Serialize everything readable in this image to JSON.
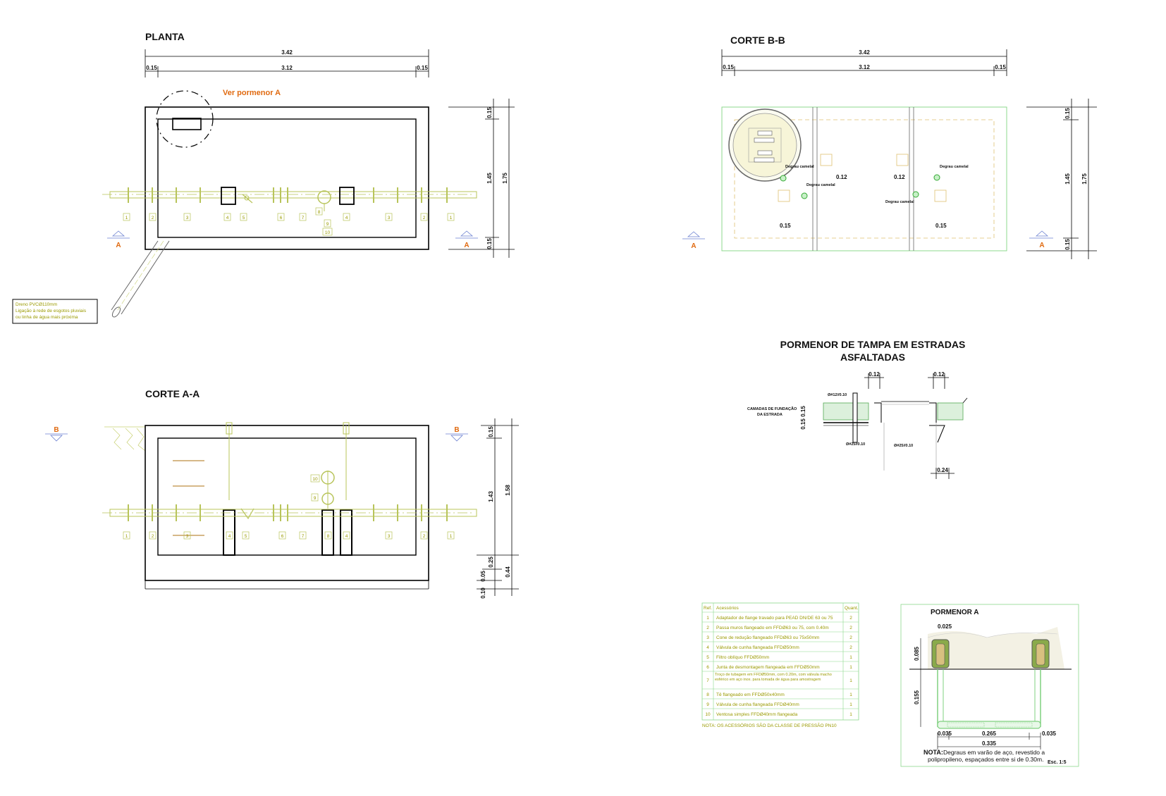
{
  "titles": {
    "planta": "PLANTA",
    "corte_bb": "CORTE B-B",
    "corte_aa": "CORTE A-A",
    "pormenor_tampa_1": "PORMENOR DE TAMPA EM ESTRADAS",
    "pormenor_tampa_2": "ASFALTADAS",
    "pormenor_a": "PORMENOR A"
  },
  "planta": {
    "dim_total": "3.42",
    "dim_inner": "3.12",
    "dim_wall_left": "0.15",
    "dim_wall_right": "0.15",
    "dim_right_top": "0.15",
    "dim_right_mid": "1.45",
    "dim_right_total": "1.75",
    "dim_right_bottom": "0.15",
    "ver_pormenor": "Ver pormenor A",
    "section_left": "A",
    "section_right": "A",
    "item_labels": [
      "1",
      "2",
      "3",
      "4",
      "5",
      "6",
      "7",
      "4",
      "3",
      "2",
      "1"
    ],
    "extra_labels": [
      "8",
      "9",
      "10"
    ],
    "dreno_lines": [
      "Dreno PVCØ110mm",
      "Ligação à rede de esgotos pluviais",
      "ou linha de água mais próxima"
    ]
  },
  "corte_bb": {
    "dim_total": "3.42",
    "dim_inner": "3.12",
    "dim_wall_left": "0.15",
    "dim_wall_right": "0.15",
    "dim_right_top": "0.15",
    "dim_right_mid": "1.45",
    "dim_right_total": "1.75",
    "dim_right_bottom": "0.15",
    "degrau_label": "Degrau camelal",
    "dim_012": "0.12",
    "dim_015": "0.15",
    "section_left": "A",
    "section_right": "A"
  },
  "corte_aa": {
    "section_left": "B",
    "section_right": "B",
    "dim_top": "0.15",
    "dim_mid": "1.43",
    "dim_total": "1.58",
    "dim_base": "0.25",
    "dim_base_total": "0.44",
    "dim_small1": "0.05",
    "dim_small2": "0.10",
    "item_labels": [
      "1",
      "2",
      "3",
      "4",
      "5",
      "6",
      "7",
      "8",
      "4",
      "3",
      "2",
      "1"
    ],
    "extra_labels": [
      "10",
      "9"
    ]
  },
  "pormenor_tampa": {
    "dim_012_left": "0.12",
    "dim_012_right": "0.12",
    "bar_top": "Ø#12//0.10",
    "bar_mid": "Ø#25//0.10",
    "bar_right": "Ø#25//0.10",
    "camadas_1": "CAMADAS DE FUNDAÇÃO",
    "camadas_2": "DA ESTRADA",
    "dim_015": "0.15",
    "dim_015b": "0.15",
    "dim_024": "0.24"
  },
  "table": {
    "headers": [
      "Ref.",
      "Acessórios",
      "Quant."
    ],
    "rows": [
      [
        "1",
        "Adaptador de flange travado para PEAD DN/DE 63 ou 75",
        "2"
      ],
      [
        "2",
        "Passa muros flangeado em FFDØ63 ou 75, com 0.40m",
        "2"
      ],
      [
        "3",
        "Cone de redução flangeado FFDØ63 ou 75x50mm",
        "2"
      ],
      [
        "4",
        "Válvula de cunha flangeada FFDØ50mm",
        "2"
      ],
      [
        "5",
        "Filtro oblíquo FFDØ50mm",
        "1"
      ],
      [
        "6",
        "Junta de desmontagem flangeada em FFDØ50mm",
        "1"
      ],
      [
        "7",
        "Troço de tubagem em FFDØ50mm, com 0.20m, com válvula macho esférico em aço inox. para tomada de água para amostragem",
        "1"
      ],
      [
        "8",
        "Tê flangeado em FFDØ50x40mm",
        "1"
      ],
      [
        "9",
        "Válvula de cunha flangeada FFDØ40mm",
        "1"
      ],
      [
        "10",
        "Ventosa simples FFDØ40mm flangeada",
        "1"
      ]
    ],
    "note": "NOTA: OS ACESSÓRIOS SÃO DA CLASSE DE PRESSÃO PN10"
  },
  "pormenor_a": {
    "dim_025": "0.025",
    "dim_085": "0.085",
    "dim_155": "0.155",
    "dim_035_left": "0.035",
    "dim_265": "0.265",
    "dim_035_right": "0.035",
    "dim_335": "0.335",
    "nota_label": "NOTA:",
    "nota_line1": "Degraus em varão de aço, revestido a",
    "nota_line2": "polipropileno, espaçados entre si de 0.30m.",
    "scale": "Esc. 1:5"
  }
}
